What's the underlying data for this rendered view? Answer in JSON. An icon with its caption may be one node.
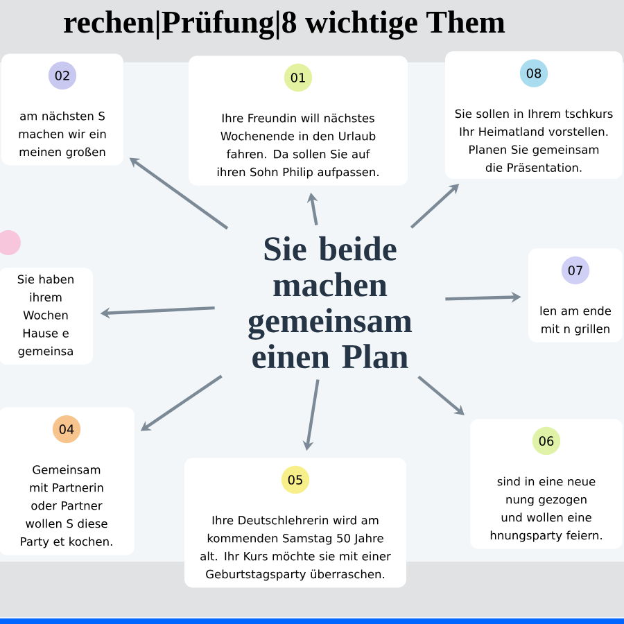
{
  "diagram": {
    "title": "rechen|Prüfung|8 wichtige Them",
    "nodes": [
      {
        "text": [
          "02",
          "am nächsten S machen wir ein meinen großen"
        ]
      },
      {
        "text": [
          "01",
          "Ihre Freundin will nächstes Wochenende in den Urlaub fahren. Da sollen Sie auf ihren Sohn Philip aufpassen."
        ]
      },
      {
        "text": [
          "08",
          "Sie sollen in Ihrem tschkurs Ihr Heimatland vorstellen. Planen Sie gemeinsam die Präsentation."
        ]
      },
      {
        "text": [
          "Sie haben ihrem Wochen Hause e gemeinsa"
        ]
      },
      {
        "text": [
          "Sie beide machen gemeinsam einen Plan"
        ]
      },
      {
        "text": [
          "07",
          "len am ende mit n grillen"
        ]
      },
      {
        "text": [
          "04",
          "Gemeinsam mit Partnerin oder Partner wollen S diese Party et kochen."
        ]
      },
      {
        "text": [
          "05",
          "Ihre Deutschlehrerin wird am kommenden Samstag 50 Jahre alt. Ihr Kurs möchte sie mit einer Geburtstagsparty überraschen."
        ]
      },
      {
        "text": [
          "06",
          "sind in eine neue nung gezogen und wollen eine hnungsparty feiern."
        ]
      }
    ],
    "edges": [
      {
        "from": 4,
        "to": 0,
        "arrow": "to"
      },
      {
        "from": 4,
        "to": 1,
        "arrow": "to"
      },
      {
        "from": 4,
        "to": 2,
        "arrow": "to"
      },
      {
        "from": 4,
        "to": 3,
        "arrow": "to"
      },
      {
        "from": 4,
        "to": 5,
        "arrow": "to"
      },
      {
        "from": 4,
        "to": 6,
        "arrow": "to"
      },
      {
        "from": 4,
        "to": 7,
        "arrow": "to"
      },
      {
        "from": 4,
        "to": 8,
        "arrow": "to"
      }
    ]
  }
}
